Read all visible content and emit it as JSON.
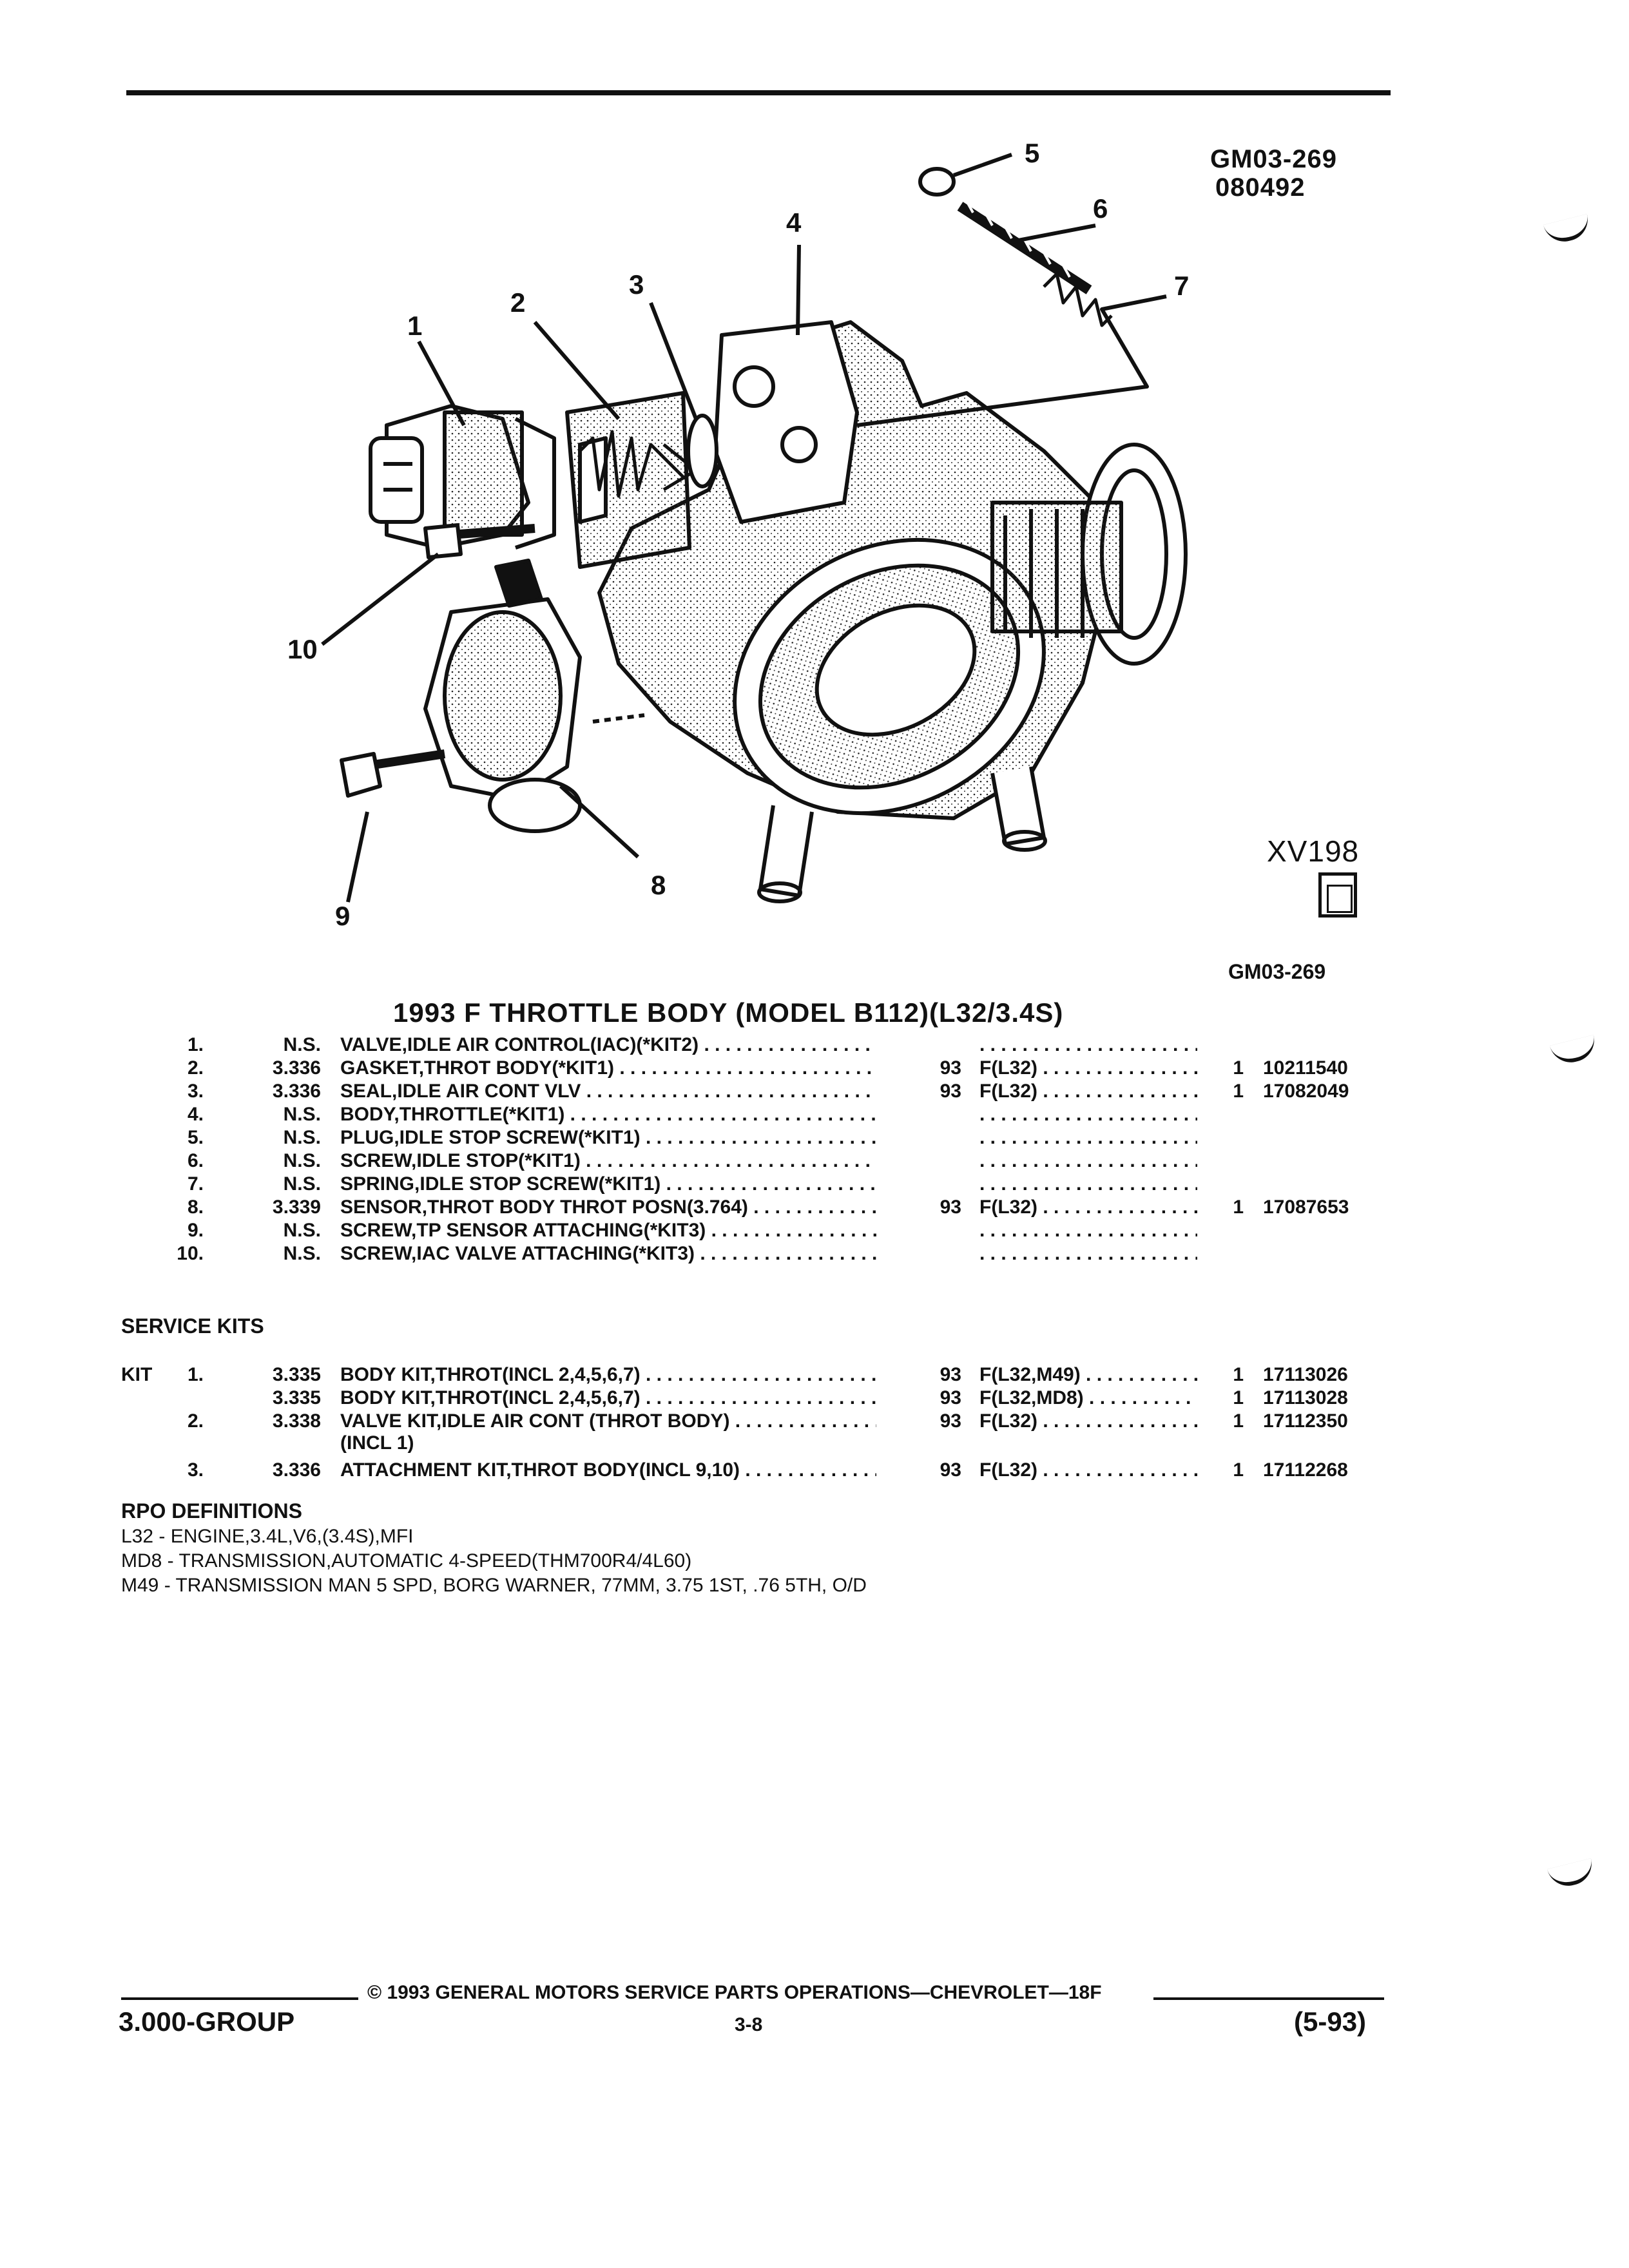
{
  "header": {
    "figure_id": "GM03-269",
    "figure_date": "080492",
    "code": "XV198",
    "caption_id": "GM03-269"
  },
  "callouts": [
    "1",
    "2",
    "3",
    "4",
    "5",
    "6",
    "7",
    "8",
    "9",
    "10"
  ],
  "title": "1993 F THROTTLE BODY (MODEL B112)(L32/3.4S)",
  "parts": [
    {
      "no": "1.",
      "group": "N.S.",
      "name": "VALVE",
      "desc": ",IDLE AIR CONTROL(IAC)(*KIT2)",
      "year": "",
      "model": "",
      "qty": "",
      "part": ""
    },
    {
      "no": "2.",
      "group": "3.336",
      "name": "GASKET",
      "desc": ",THROT BODY(*KIT1)",
      "year": "93",
      "model": "F(L32)",
      "qty": "1",
      "part": "10211540"
    },
    {
      "no": "3.",
      "group": "3.336",
      "name": "SEAL",
      "desc": ",IDLE AIR CONT VLV",
      "year": "93",
      "model": "F(L32)",
      "qty": "1",
      "part": "17082049"
    },
    {
      "no": "4.",
      "group": "N.S.",
      "name": "BODY",
      "desc": ",THROTTLE(*KIT1)",
      "year": "",
      "model": "",
      "qty": "",
      "part": ""
    },
    {
      "no": "5.",
      "group": "N.S.",
      "name": "PLUG",
      "desc": ",IDLE STOP SCREW(*KIT1)",
      "year": "",
      "model": "",
      "qty": "",
      "part": ""
    },
    {
      "no": "6.",
      "group": "N.S.",
      "name": "SCREW",
      "desc": ",IDLE STOP(*KIT1)",
      "year": "",
      "model": "",
      "qty": "",
      "part": ""
    },
    {
      "no": "7.",
      "group": "N.S.",
      "name": "SPRING",
      "desc": ",IDLE STOP SCREW(*KIT1)",
      "year": "",
      "model": "",
      "qty": "",
      "part": ""
    },
    {
      "no": "8.",
      "group": "3.339",
      "name": "SENSOR",
      "desc": ",THROT BODY THROT POSN(3.764)",
      "year": "93",
      "model": "F(L32)",
      "qty": "1",
      "part": "17087653"
    },
    {
      "no": "9.",
      "group": "N.S.",
      "name": "SCREW",
      "desc": ",TP SENSOR ATTACHING(*KIT3)",
      "year": "",
      "model": "",
      "qty": "",
      "part": ""
    },
    {
      "no": "10.",
      "group": "N.S.",
      "name": "SCREW",
      "desc": ",IAC VALVE ATTACHING(*KIT3)",
      "year": "",
      "model": "",
      "qty": "",
      "part": ""
    }
  ],
  "service_kits": {
    "heading": "SERVICE KITS",
    "kit_label": "KIT",
    "rows": [
      {
        "no": "1.",
        "group": "3.335",
        "name": "BODY KIT",
        "desc": ",THROT(INCL 2,4,5,6,7)",
        "desc2": "",
        "year": "93",
        "model": "F(L32,M49)",
        "qty": "1",
        "part": "17113026"
      },
      {
        "no": "",
        "group": "3.335",
        "name": "BODY KIT",
        "desc": ",THROT(INCL 2,4,5,6,7)",
        "desc2": "",
        "year": "93",
        "model": "F(L32,MD8)",
        "qty": "1",
        "part": "17113028"
      },
      {
        "no": "2.",
        "group": "3.338",
        "name": "VALVE KIT",
        "desc": ",IDLE AIR CONT (THROT BODY)",
        "desc2": "(INCL 1)",
        "year": "93",
        "model": "F(L32)",
        "qty": "1",
        "part": "17112350"
      },
      {
        "no": "3.",
        "group": "3.336",
        "name": "ATTACHMENT KIT",
        "desc": ",THROT BODY(INCL 9,10)",
        "desc2": "",
        "year": "93",
        "model": "F(L32)",
        "qty": "1",
        "part": "17112268"
      }
    ]
  },
  "rpo": {
    "heading": "RPO DEFINITIONS",
    "lines": [
      "L32 - ENGINE,3.4L,V6,(3.4S),MFI",
      "MD8 - TRANSMISSION,AUTOMATIC 4-SPEED(THM700R4/4L60)",
      "M49 - TRANSMISSION MAN 5 SPD, BORG WARNER, 77MM, 3.75 1ST, .76 5TH, O/D"
    ]
  },
  "footer": {
    "copyright": "© 1993 GENERAL MOTORS SERVICE PARTS OPERATIONS—CHEVROLET—18F",
    "group": "3.000-GROUP",
    "page": "3-8",
    "date": "(5-93)"
  }
}
